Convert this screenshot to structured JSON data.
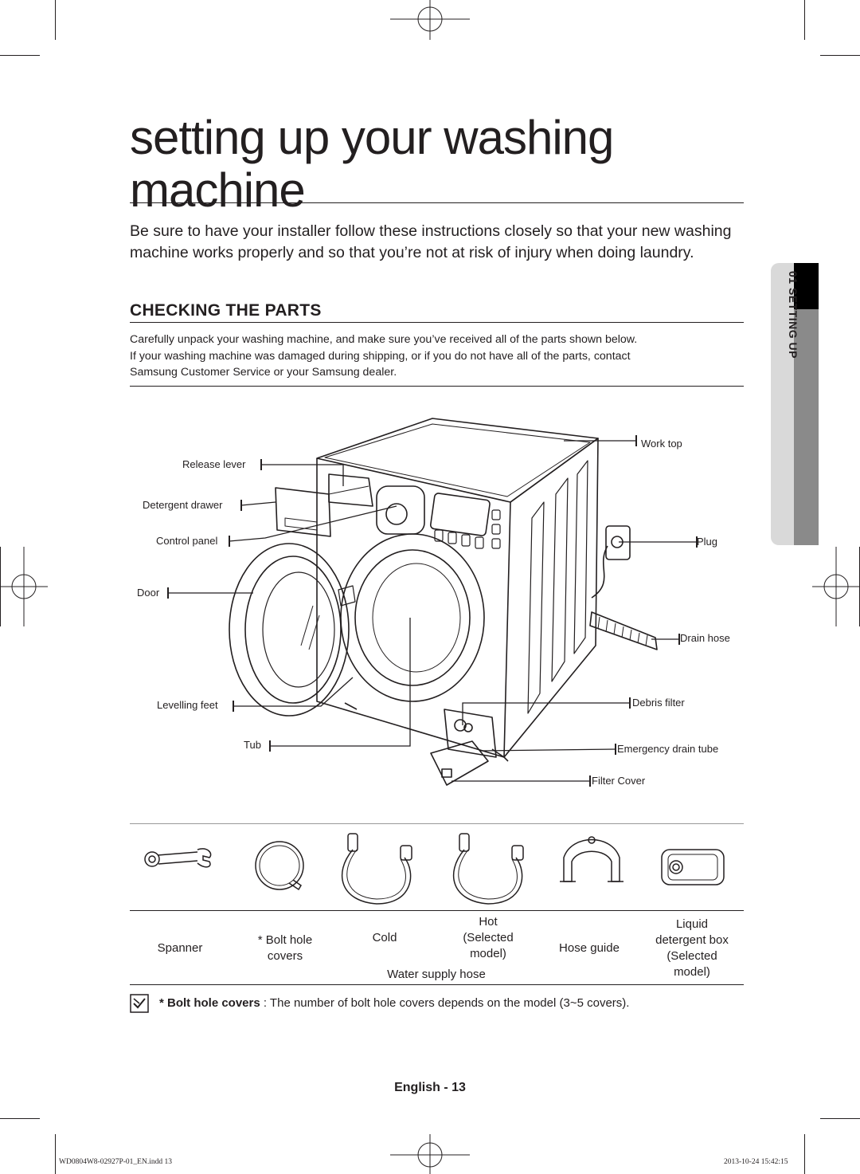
{
  "page_title": "setting up your washing machine",
  "intro": "Be sure to have your installer follow these instructions closely so that your new washing machine works properly and so that you’re not at risk of injury when doing laundry.",
  "section": {
    "heading": "CHECKING THE PARTS",
    "body_lines": [
      "Carefully unpack your washing machine, and make sure you’ve received all of the parts shown below.",
      "If your washing machine was damaged during shipping, or if you do not have all of the parts, contact",
      "Samsung Customer Service or your Samsung dealer."
    ]
  },
  "side_tab": "01 SETTING UP",
  "diagram_labels": {
    "release_lever": "Release lever",
    "detergent_drawer": "Detergent drawer",
    "control_panel": "Control panel",
    "door": "Door",
    "levelling_feet": "Levelling feet",
    "tub": "Tub",
    "work_top": "Work top",
    "plug": "Plug",
    "drain_hose": "Drain hose",
    "debris_filter": "Debris filter",
    "emergency_drain_tube": "Emergency drain tube",
    "filter_cover": "Filter Cover"
  },
  "parts": {
    "spanner": "Spanner",
    "bolt_hole_covers": [
      "* Bolt hole",
      "covers"
    ],
    "cold": "Cold",
    "hot": [
      "Hot",
      "(Selected",
      "model)"
    ],
    "water_supply_hose": "Water supply hose",
    "hose_guide": "Hose guide",
    "liquid_detergent_box": [
      "Liquid",
      "detergent box",
      "(Selected",
      "model)"
    ]
  },
  "note": {
    "bold": "* Bolt hole covers",
    "text": " : The number of bolt hole covers depends on the model (3~5 covers)."
  },
  "footer": {
    "page": "English - 13",
    "file": "WD0804W8-02927P-01_EN.indd   13",
    "timestamp": "2013-10-24   15:42:15"
  }
}
